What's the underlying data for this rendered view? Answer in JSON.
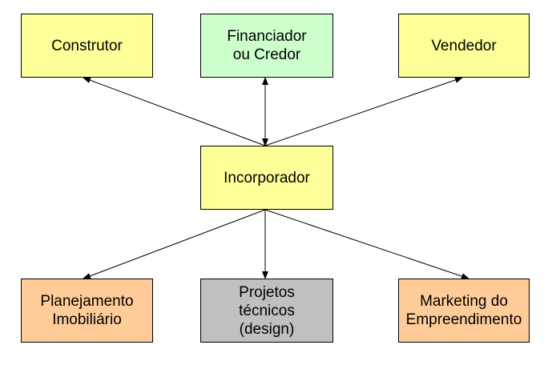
{
  "nodes": {
    "construtor": {
      "label": "Construtor",
      "color": "#ffff99"
    },
    "financiador": {
      "label": "Financiador\nou Credor",
      "color": "#ccffcc"
    },
    "vendedor": {
      "label": "Vendedor",
      "color": "#ffff99"
    },
    "incorporador": {
      "label": "Incorporador",
      "color": "#ffff99"
    },
    "planejamento": {
      "label": "Planejamento\nImobiliário",
      "color": "#ffcc99"
    },
    "projetos": {
      "label": "Projetos\ntécnicos\n(design)",
      "color": "#c0c0c0"
    },
    "marketing": {
      "label": "Marketing do\nEmpreendimento",
      "color": "#ffcc99"
    }
  },
  "edges": [
    {
      "from": "incorporador",
      "to": "construtor",
      "direction": "to"
    },
    {
      "from": "incorporador",
      "to": "financiador",
      "direction": "both"
    },
    {
      "from": "incorporador",
      "to": "vendedor",
      "direction": "to"
    },
    {
      "from": "incorporador",
      "to": "planejamento",
      "direction": "to"
    },
    {
      "from": "incorporador",
      "to": "projetos",
      "direction": "to"
    },
    {
      "from": "incorporador",
      "to": "marketing",
      "direction": "to"
    }
  ]
}
